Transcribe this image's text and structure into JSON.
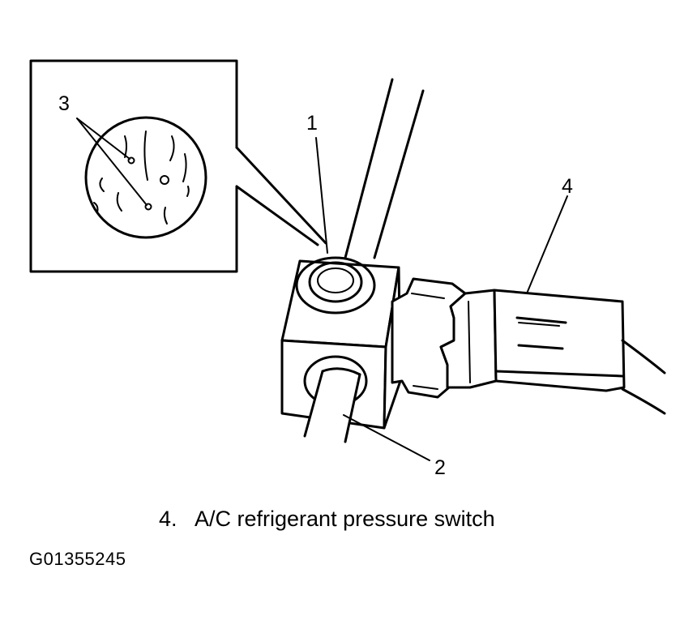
{
  "callouts": {
    "c1": "1",
    "c2": "2",
    "c3": "3",
    "c4": "4"
  },
  "legend": [
    {
      "number": "4.",
      "text": "A/C refrigerant pressure switch"
    }
  ],
  "figure_id": "G01355245"
}
